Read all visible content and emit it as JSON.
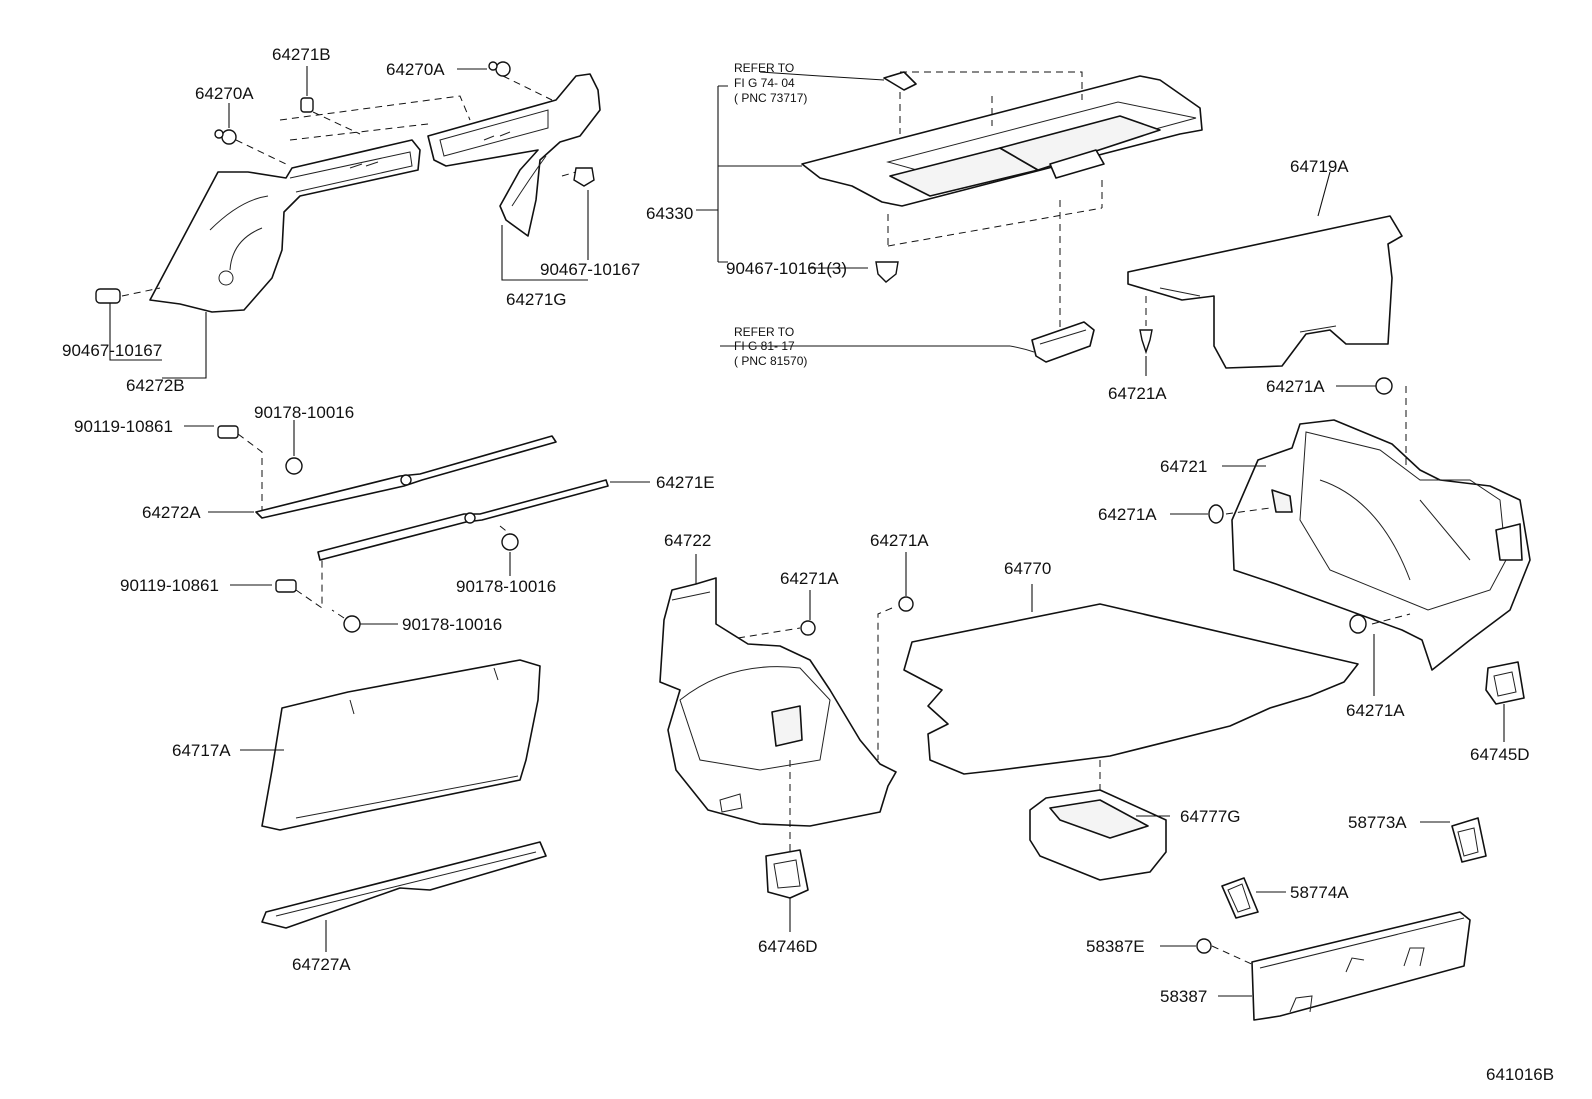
{
  "diagram_code": "641016B",
  "labels": {
    "p64271B": "64271B",
    "p64270A_top": "64270A",
    "p64270A_left": "64270A",
    "p90467_left": "90467-10167",
    "p64272B": "64272B",
    "p90467_right": "90467-10167",
    "p64271G": "64271G",
    "p64330": "64330",
    "refer1_l1": "REFER TO",
    "refer1_l2": "FI G 74- 04",
    "refer1_l3": "( PNC 73717)",
    "p90467_3": "90467-10161(3)",
    "refer2_l1": "REFER TO",
    "refer2_l2": "FI G 81- 17",
    "refer2_l3": "( PNC 81570)",
    "p64719A": "64719A",
    "p64721A": "64721A",
    "p64271A_a": "64271A",
    "p64721": "64721",
    "p64271A_b": "64271A",
    "p64271A_c": "64271A",
    "p64745D": "64745D",
    "p90119_top": "90119-10861",
    "p90178_top": "90178-10016",
    "p64272A": "64272A",
    "p64271E": "64271E",
    "p90178_mid": "90178-10016",
    "p90119_bot": "90119-10861",
    "p90178_bot": "90178-10016",
    "p64722": "64722",
    "p64271A_d": "64271A",
    "p64271A_e": "64271A",
    "p64770": "64770",
    "p64717A": "64717A",
    "p64777G": "64777G",
    "p58773A": "58773A",
    "p58774A": "58774A",
    "p58387E": "58387E",
    "p58387": "58387",
    "p64746D": "64746D",
    "p64727A": "64727A"
  }
}
